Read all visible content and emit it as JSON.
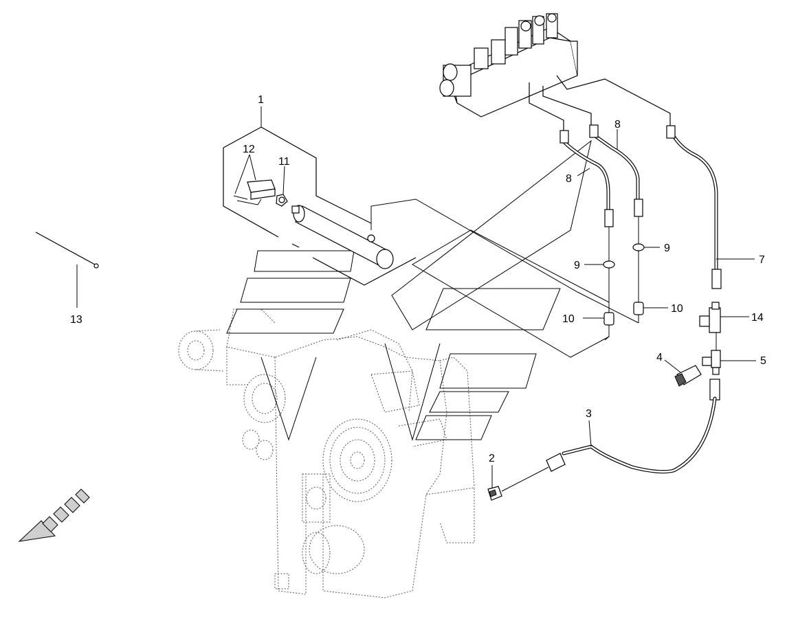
{
  "callouts": [
    "1",
    "2",
    "3",
    "4",
    "5",
    "7",
    "8",
    "8",
    "9",
    "9",
    "10",
    "10",
    "11",
    "12",
    "13",
    "14"
  ]
}
